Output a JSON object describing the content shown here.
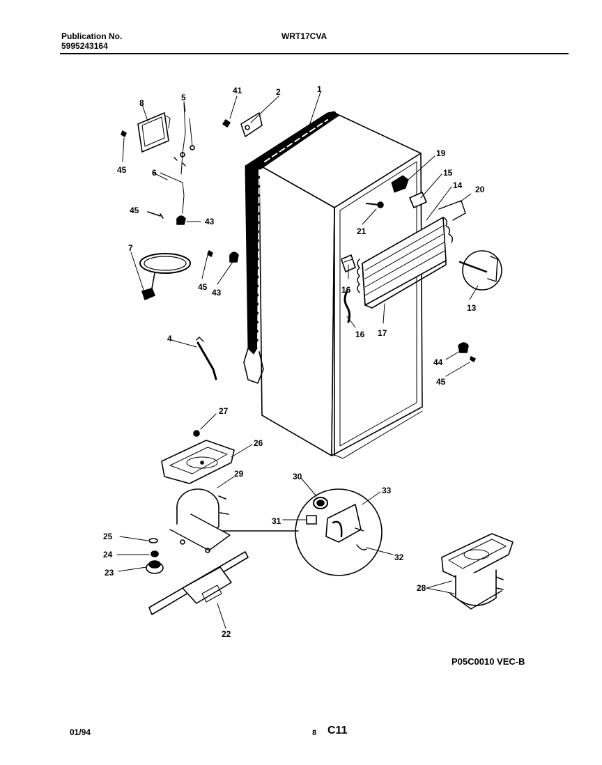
{
  "header": {
    "publication_label": "Publication No.",
    "publication_number": "5995243164",
    "model": "WRT17CVA"
  },
  "callouts": [
    "1",
    "2",
    "4",
    "5",
    "6",
    "7",
    "8",
    "41",
    "45",
    "45",
    "43",
    "45",
    "43",
    "21",
    "16",
    "19",
    "15",
    "14",
    "20",
    "16",
    "17",
    "13",
    "44",
    "45",
    "27",
    "26",
    "29",
    "30",
    "33",
    "31",
    "32",
    "25",
    "24",
    "23",
    "22",
    "28"
  ],
  "footer": {
    "drawing_code": "P05C0010 VEC-B",
    "date": "01/94",
    "page_number": "8",
    "page_code": "C11"
  }
}
